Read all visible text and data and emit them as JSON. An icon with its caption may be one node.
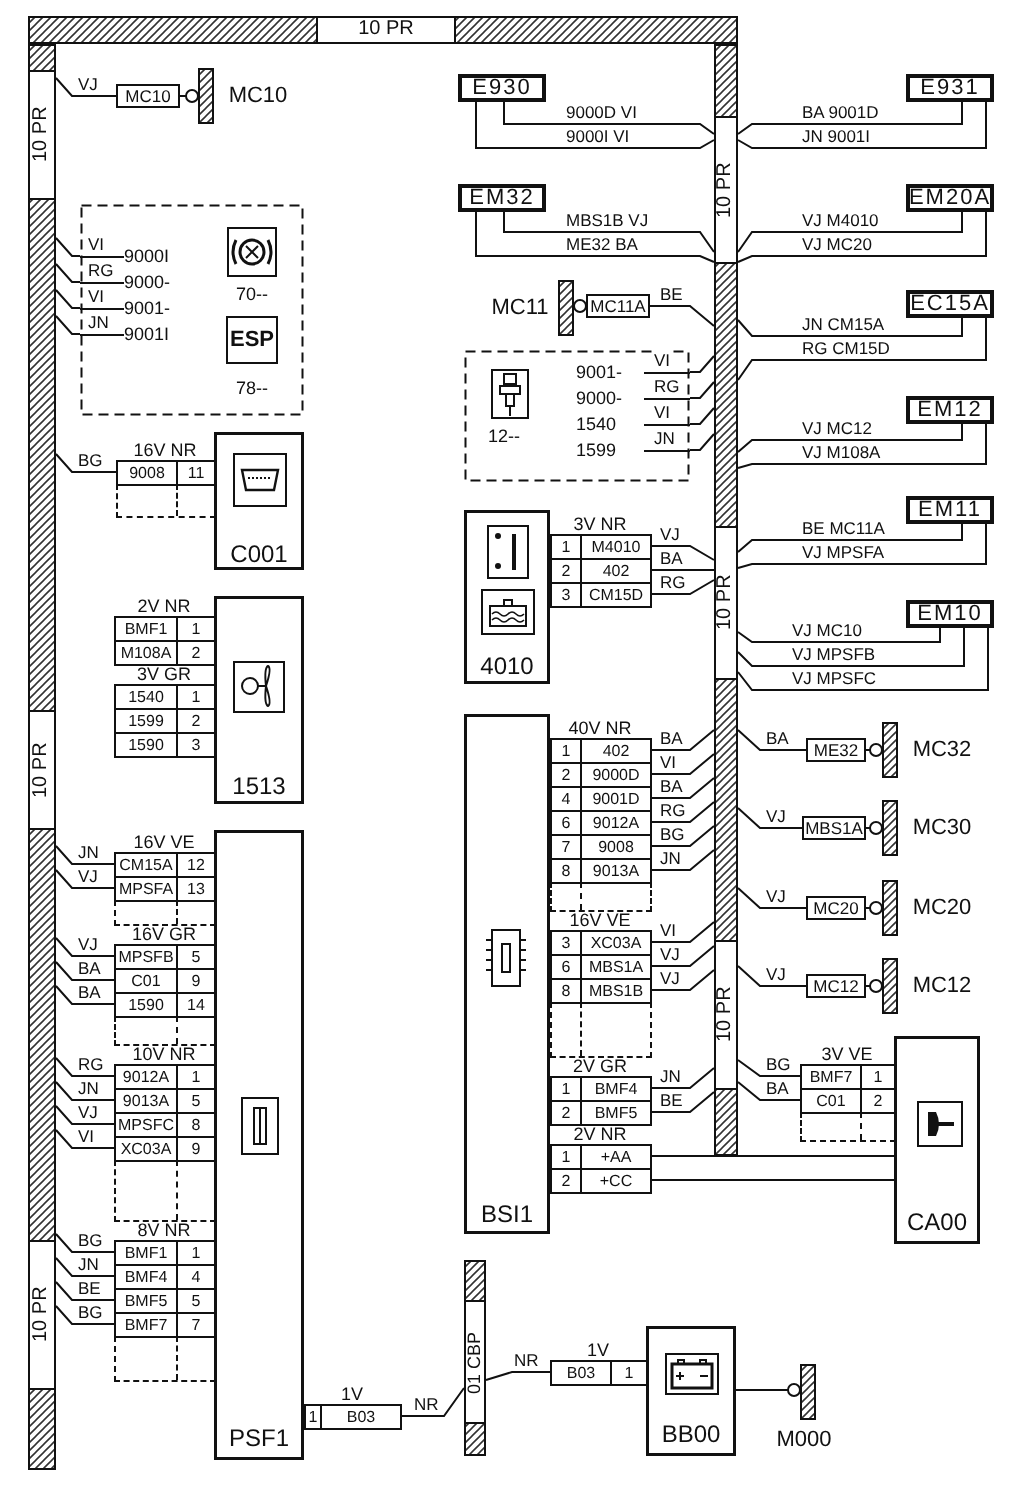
{
  "diagram": {
    "nodes": [
      {
        "text": [
          "10 PR"
        ]
      },
      {
        "text": [
          "10 PR",
          "10 PR",
          "10 PR"
        ]
      },
      {
        "text": [
          "10 PR",
          "10 PR",
          "10 PR"
        ]
      },
      {
        "text": [
          "E930"
        ]
      },
      {
        "text": [
          "E931"
        ]
      },
      {
        "text": [
          "MC10"
        ]
      },
      {
        "text": [],
        "shape": "bar",
        "beside": [
          "MC10"
        ]
      },
      {
        "text": [
          "EM32"
        ]
      },
      {
        "text": [
          "EM20A"
        ]
      },
      {
        "text": [
          "9000I",
          "9000-",
          "9001-",
          "9001I",
          "70--",
          "ESP",
          "78--"
        ]
      },
      {
        "text": [],
        "shape": "bar",
        "beside": [
          "MC11"
        ]
      },
      {
        "text": [
          "MC11A"
        ]
      },
      {
        "text": [
          "EC15A"
        ]
      },
      {
        "text": [
          "9001-",
          "9000-",
          "1540",
          "1599",
          "12--"
        ]
      },
      {
        "text": [
          "EM12"
        ]
      },
      {
        "text": [
          "16V NR",
          "9008",
          "11",
          "C001"
        ]
      },
      {
        "text": [
          "EM11"
        ]
      },
      {
        "text": [
          "3V NR",
          "1",
          "M4010",
          "2",
          "402",
          "3",
          "CM15D",
          "4010"
        ]
      },
      {
        "text": [
          "2V NR",
          "BMF1",
          "1",
          "M108A",
          "2",
          "3V GR",
          "1540",
          "1",
          "1599",
          "2",
          "1590",
          "3",
          "1513"
        ]
      },
      {
        "text": [
          "EM10"
        ]
      },
      {
        "text": [
          "40V NR",
          "1",
          "402",
          "2",
          "9000D",
          "4",
          "9001D",
          "6",
          "9012A",
          "7",
          "9008",
          "8",
          "9013A",
          "16V VE",
          "3",
          "XC03A",
          "6",
          "MBS1A",
          "8",
          "MBS1B",
          "2V GR",
          "1",
          "BMF4",
          "2",
          "BMF5",
          "2V NR",
          "1",
          "+AA",
          "2",
          "+CC",
          "BSI1"
        ]
      },
      {
        "text": [
          "ME32"
        ]
      },
      {
        "text": [],
        "shape": "bar",
        "beside": [
          "MC32"
        ]
      },
      {
        "text": [
          "MBS1A"
        ]
      },
      {
        "text": [],
        "shape": "bar",
        "beside": [
          "MC30"
        ]
      },
      {
        "text": [
          "MC20"
        ]
      },
      {
        "text": [],
        "shape": "bar",
        "beside": [
          "MC20"
        ]
      },
      {
        "text": [
          "MC12"
        ]
      },
      {
        "text": [],
        "shape": "bar",
        "beside": [
          "MC12"
        ]
      },
      {
        "text": [
          "16V VE",
          "CM15A",
          "12",
          "MPSFA",
          "13",
          "16V GR",
          "MPSFB",
          "5",
          "C01",
          "9",
          "1590",
          "14",
          "10V NR",
          "9012A",
          "1",
          "9013A",
          "5",
          "MPSFC",
          "8",
          "XC03A",
          "9",
          "8V NR",
          "BMF1",
          "1",
          "BMF4",
          "4",
          "BMF5",
          "5",
          "BMF7",
          "7",
          "1V",
          "1",
          "B03",
          "PSF1"
        ]
      },
      {
        "text": [
          "3V VE",
          "BMF7",
          "1",
          "C01",
          "2",
          "CA00"
        ]
      },
      {
        "text": [
          "01 CBP"
        ]
      },
      {
        "text": [
          "1V",
          "B03",
          "1",
          "BB00"
        ]
      },
      {
        "text": [],
        "shape": "bar",
        "beside": [
          "M000"
        ]
      }
    ],
    "edges": [
      {
        "from": 5,
        "to": 1,
        "arrow": "none",
        "label": "VJ"
      },
      {
        "from": 5,
        "to": 6,
        "arrow": "other"
      },
      {
        "from": 3,
        "to": 2,
        "arrow": "none",
        "label": "9000D VI"
      },
      {
        "from": 3,
        "to": 2,
        "arrow": "none",
        "label": "9000I VI"
      },
      {
        "from": 4,
        "to": 2,
        "arrow": "none",
        "label": "BA 9001D"
      },
      {
        "from": 4,
        "to": 2,
        "arrow": "none",
        "label": "JN 9001I"
      },
      {
        "from": 7,
        "to": 2,
        "arrow": "none",
        "label": "MBS1B VJ"
      },
      {
        "from": 7,
        "to": 2,
        "arrow": "none",
        "label": "ME32 BA"
      },
      {
        "from": 8,
        "to": 2,
        "arrow": "none",
        "label": "VJ M4010"
      },
      {
        "from": 8,
        "to": 2,
        "arrow": "none",
        "label": "VJ MC20"
      },
      {
        "from": 9,
        "to": 1,
        "arrow": "none",
        "label": "VI"
      },
      {
        "from": 9,
        "to": 1,
        "arrow": "none",
        "label": "RG"
      },
      {
        "from": 9,
        "to": 1,
        "arrow": "none",
        "label": "VI"
      },
      {
        "from": 9,
        "to": 1,
        "arrow": "none",
        "label": "JN"
      },
      {
        "from": 11,
        "to": 10,
        "arrow": "other"
      },
      {
        "from": 11,
        "to": 2,
        "arrow": "none",
        "label": "BE"
      },
      {
        "from": 12,
        "to": 2,
        "arrow": "none",
        "label": "JN CM15A"
      },
      {
        "from": 12,
        "to": 2,
        "arrow": "none",
        "label": "RG CM15D"
      },
      {
        "from": 13,
        "to": 2,
        "arrow": "none",
        "label": "VI"
      },
      {
        "from": 13,
        "to": 2,
        "arrow": "none",
        "label": "RG"
      },
      {
        "from": 13,
        "to": 2,
        "arrow": "none",
        "label": "VI"
      },
      {
        "from": 13,
        "to": 2,
        "arrow": "none",
        "label": "JN"
      },
      {
        "from": 14,
        "to": 2,
        "arrow": "none",
        "label": "VJ MC12"
      },
      {
        "from": 14,
        "to": 2,
        "arrow": "none",
        "label": "VJ M108A"
      },
      {
        "from": 15,
        "to": 1,
        "arrow": "none",
        "label": "BG"
      },
      {
        "from": 16,
        "to": 2,
        "arrow": "none",
        "label": "BE MC11A"
      },
      {
        "from": 16,
        "to": 2,
        "arrow": "none",
        "label": "VJ MPSFA"
      },
      {
        "from": 17,
        "to": 2,
        "arrow": "none",
        "label": "VJ"
      },
      {
        "from": 17,
        "to": 2,
        "arrow": "none",
        "label": "BA"
      },
      {
        "from": 17,
        "to": 2,
        "arrow": "none",
        "label": "RG"
      },
      {
        "from": 19,
        "to": 2,
        "arrow": "none",
        "label": "VJ MC10"
      },
      {
        "from": 19,
        "to": 2,
        "arrow": "none",
        "label": "VJ MPSFB"
      },
      {
        "from": 19,
        "to": 2,
        "arrow": "none",
        "label": "VJ MPSFC"
      },
      {
        "from": 20,
        "to": 2,
        "arrow": "none",
        "label": "BA"
      },
      {
        "from": 20,
        "to": 2,
        "arrow": "none",
        "label": "VI"
      },
      {
        "from": 20,
        "to": 2,
        "arrow": "none",
        "label": "BA"
      },
      {
        "from": 20,
        "to": 2,
        "arrow": "none",
        "label": "RG"
      },
      {
        "from": 20,
        "to": 2,
        "arrow": "none",
        "label": "BG"
      },
      {
        "from": 20,
        "to": 2,
        "arrow": "none",
        "label": "JN"
      },
      {
        "from": 20,
        "to": 2,
        "arrow": "none",
        "label": "VI"
      },
      {
        "from": 20,
        "to": 2,
        "arrow": "none",
        "label": "VJ"
      },
      {
        "from": 20,
        "to": 2,
        "arrow": "none",
        "label": "VJ"
      },
      {
        "from": 20,
        "to": 2,
        "arrow": "none",
        "label": "JN"
      },
      {
        "from": 20,
        "to": 2,
        "arrow": "none",
        "label": "BE"
      },
      {
        "from": 20,
        "to": 30,
        "arrow": "none"
      },
      {
        "from": 20,
        "to": 30,
        "arrow": "none"
      },
      {
        "from": 2,
        "to": 21,
        "arrow": "none",
        "label": "BA"
      },
      {
        "from": 21,
        "to": 22,
        "arrow": "other"
      },
      {
        "from": 2,
        "to": 23,
        "arrow": "none",
        "label": "VJ"
      },
      {
        "from": 23,
        "to": 24,
        "arrow": "other"
      },
      {
        "from": 2,
        "to": 25,
        "arrow": "none",
        "label": "VJ"
      },
      {
        "from": 25,
        "to": 26,
        "arrow": "other"
      },
      {
        "from": 2,
        "to": 27,
        "arrow": "none",
        "label": "VJ"
      },
      {
        "from": 27,
        "to": 28,
        "arrow": "other"
      },
      {
        "from": 29,
        "to": 1,
        "arrow": "none",
        "label": "JN"
      },
      {
        "from": 29,
        "to": 1,
        "arrow": "none",
        "label": "VJ"
      },
      {
        "from": 29,
        "to": 1,
        "arrow": "none",
        "label": "VJ"
      },
      {
        "from": 29,
        "to": 1,
        "arrow": "none",
        "label": "BA"
      },
      {
        "from": 29,
        "to": 1,
        "arrow": "none",
        "label": "BA"
      },
      {
        "from": 29,
        "to": 1,
        "arrow": "none",
        "label": "RG"
      },
      {
        "from": 29,
        "to": 1,
        "arrow": "none",
        "label": "JN"
      },
      {
        "from": 29,
        "to": 1,
        "arrow": "none",
        "label": "VJ"
      },
      {
        "from": 29,
        "to": 1,
        "arrow": "none",
        "label": "VI"
      },
      {
        "from": 29,
        "to": 1,
        "arrow": "none",
        "label": "BG"
      },
      {
        "from": 29,
        "to": 1,
        "arrow": "none",
        "label": "JN"
      },
      {
        "from": 29,
        "to": 1,
        "arrow": "none",
        "label": "BE"
      },
      {
        "from": 29,
        "to": 1,
        "arrow": "none",
        "label": "BG"
      },
      {
        "from": 29,
        "to": 31,
        "arrow": "none",
        "label": "NR"
      },
      {
        "from": 2,
        "to": 30,
        "arrow": "none",
        "label": "BG"
      },
      {
        "from": 2,
        "to": 30,
        "arrow": "none",
        "label": "BA"
      },
      {
        "from": 31,
        "to": 32,
        "arrow": "none",
        "label": "NR"
      },
      {
        "from": 32,
        "to": 33,
        "arrow": "other"
      }
    ]
  }
}
